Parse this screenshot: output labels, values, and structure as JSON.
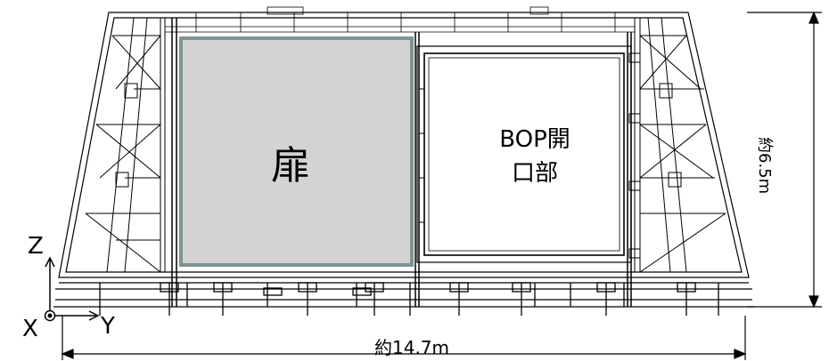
{
  "labels": {
    "door": "扉",
    "bop_line1": "BOP開",
    "bop_line2": "口部",
    "height": "約6.5m",
    "width": "約14.7m"
  },
  "axes": {
    "z": "Z",
    "x": "X",
    "y": "Y"
  },
  "colors": {
    "line": "#000000",
    "door_fill": "#d3d3d3",
    "door_border": "#7f9393",
    "background": "#ffffff"
  }
}
